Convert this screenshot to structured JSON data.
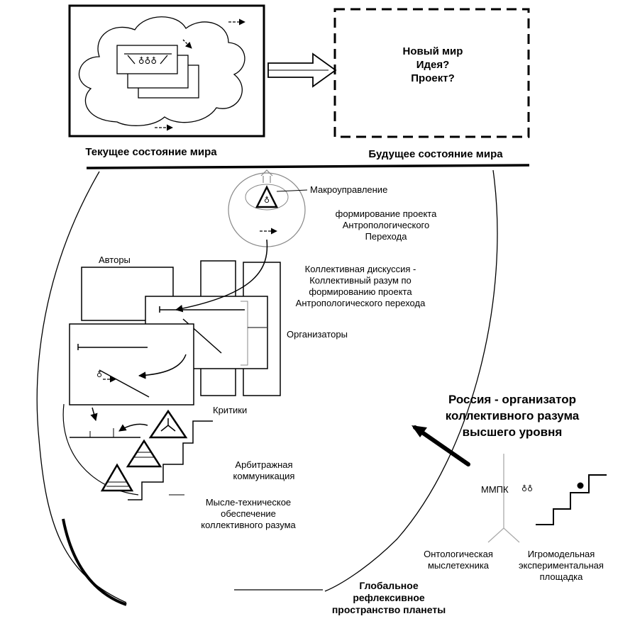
{
  "top": {
    "current_state_caption": "Текущее состояние мира",
    "future_state_caption": "Будущее состояние мира",
    "future_lines": [
      "Новый мир",
      "Идея?",
      "Проект?"
    ]
  },
  "sphere": {
    "macro_label": "Макроуправление",
    "project_lines": [
      "формирование проекта",
      "Антропологического",
      "Перехода"
    ]
  },
  "labels": {
    "authors": "Авторы",
    "collective_lines": [
      "Коллективная дискуссия -",
      "Коллективный разум по",
      "формированию проекта",
      "Антропологического перехода"
    ],
    "organizers": "Организаторы",
    "critics": "Критики",
    "arbitration_lines": [
      "Арбитражная",
      "коммуникация"
    ],
    "tech_lines": [
      "Мысле-техническое",
      "обеспечение",
      "коллективного разума"
    ],
    "russia_lines": [
      "Россия - организатор",
      "коллективного разума",
      "высшего уровня"
    ],
    "mmpk": "ММПК",
    "ontology_lines": [
      "Онтологическая",
      "мыслетехника"
    ],
    "game_lines": [
      "Игромодельная",
      "экспериментальная",
      "площадка"
    ],
    "global_lines": [
      "Глобальное",
      "рефлексивное",
      "пространство планеты"
    ]
  }
}
